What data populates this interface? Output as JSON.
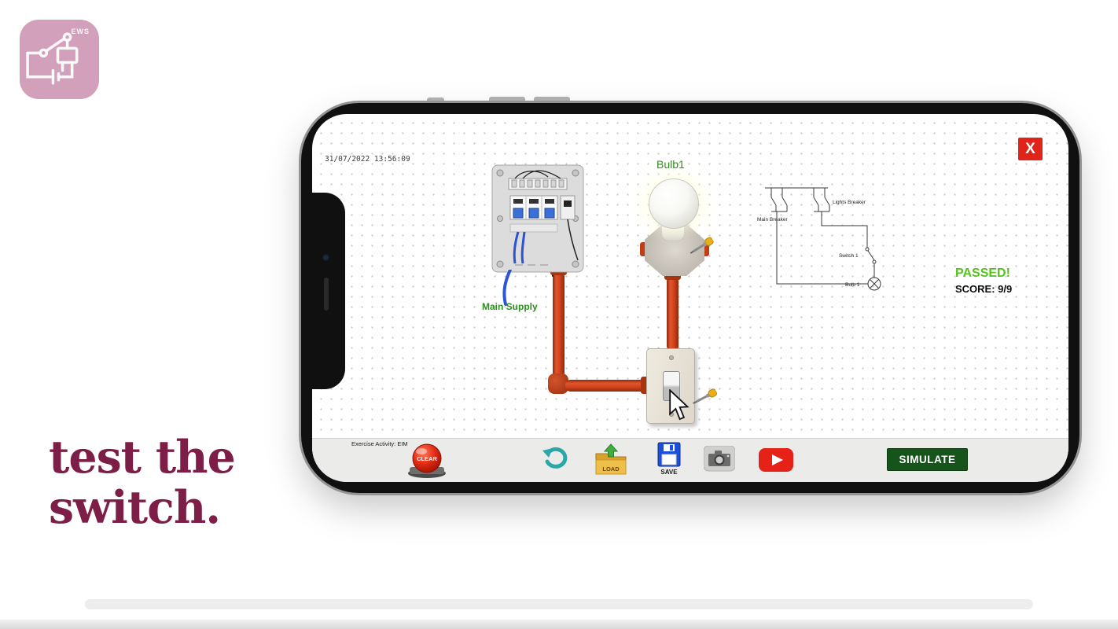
{
  "app_icon": {
    "label": "EWS"
  },
  "tagline": {
    "line1": "test the",
    "line2": "switch."
  },
  "screen": {
    "timestamp": "31/07/2022 13:56:09",
    "close_button": "X",
    "canvas": {
      "bulb_label": "Bulb1",
      "main_supply_label": "Main Supply"
    },
    "result": {
      "status": "PASSED!",
      "score": "SCORE: 9/9"
    },
    "schematic": {
      "main_breaker": "Main Breaker",
      "lights_breaker": "Lights Breaker",
      "switch1": "Switch 1",
      "bulb1": "Bulb 1"
    },
    "toolbar": {
      "activity": "Exercise Activity: EIM",
      "clear": "CLEAR",
      "load": "LOAD",
      "save": "SAVE",
      "simulate": "SIMULATE"
    }
  },
  "colors": {
    "brand_pink": "#d2a0bb",
    "tagline_maroon": "#7d1e47",
    "label_green": "#2f8f1f",
    "passed_green": "#55c21e",
    "simulate_green": "#17541c",
    "close_red": "#e0241a",
    "conduit_orange": "#d2431c",
    "undo_teal": "#2aa7a7",
    "youtube_red": "#e62117"
  }
}
